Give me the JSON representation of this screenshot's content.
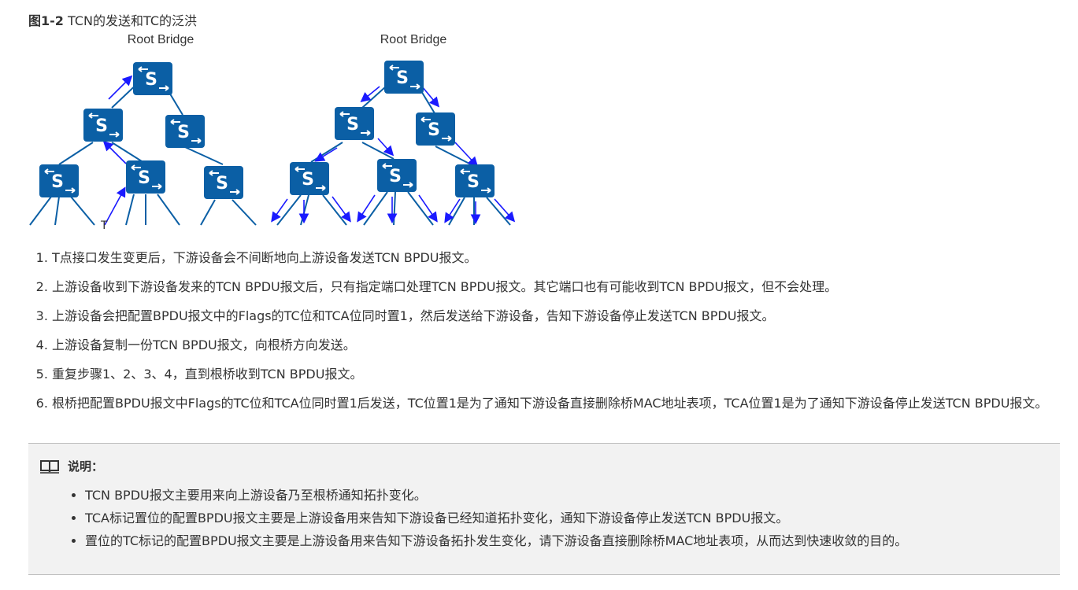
{
  "caption": {
    "fig_num": "图1-2",
    "title": "TCN的发送和TC的泛洪"
  },
  "diagram": {
    "left_label": "Root Bridge",
    "right_label": "Root Bridge",
    "switch_glyph": "S",
    "change_point": "T",
    "colors": {
      "switch": "#0b5fa5",
      "arrow": "#1a1aff",
      "line": "#0b5fa5"
    }
  },
  "steps": [
    "T点接口发生变更后，下游设备会不间断地向上游设备发送TCN BPDU报文。",
    "上游设备收到下游设备发来的TCN BPDU报文后，只有指定端口处理TCN BPDU报文。其它端口也有可能收到TCN BPDU报文，但不会处理。",
    "上游设备会把配置BPDU报文中的Flags的TC位和TCA位同时置1，然后发送给下游设备，告知下游设备停止发送TCN BPDU报文。",
    "上游设备复制一份TCN BPDU报文，向根桥方向发送。",
    "重复步骤1、2、3、4，直到根桥收到TCN BPDU报文。",
    "根桥把配置BPDU报文中Flags的TC位和TCA位同时置1后发送，TC位置1是为了通知下游设备直接删除桥MAC地址表项，TCA位置1是为了通知下游设备停止发送TCN BPDU报文。"
  ],
  "note": {
    "icon": "book-icon",
    "title": "说明：",
    "items": [
      "TCN BPDU报文主要用来向上游设备乃至根桥通知拓扑变化。",
      "TCA标记置位的配置BPDU报文主要是上游设备用来告知下游设备已经知道拓扑变化，通知下游设备停止发送TCN BPDU报文。",
      "置位的TC标记的配置BPDU报文主要是上游设备用来告知下游设备拓扑发生变化，请下游设备直接删除桥MAC地址表项，从而达到快速收敛的目的。"
    ]
  }
}
